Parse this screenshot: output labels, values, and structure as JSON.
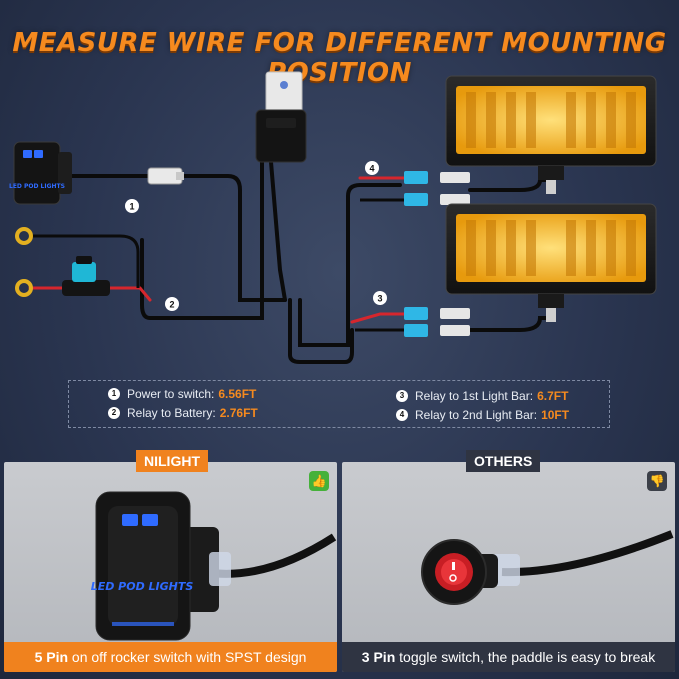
{
  "headline": "MEASURE WIRE FOR DIFFERENT MOUNTING POSITION",
  "markers": [
    "1",
    "2",
    "3",
    "4"
  ],
  "switch_label": "LED POD LIGHTS",
  "specs": [
    {
      "num": "1",
      "label": "Power to switch:",
      "value": "6.56FT"
    },
    {
      "num": "2",
      "label": "Relay to Battery:",
      "value": "2.76FT"
    },
    {
      "num": "3",
      "label": "Relay to 1st Light Bar:",
      "value": "6.7FT"
    },
    {
      "num": "4",
      "label": "Relay to 2nd Light Bar:",
      "value": "10FT"
    }
  ],
  "comparison": {
    "left": {
      "tag": "NILIGHT",
      "caption_bold": "5 Pin",
      "caption_rest": " on off rocker switch with SPST design",
      "icon": "thumbs-up-icon",
      "accent": "#f0821e"
    },
    "right": {
      "tag": "OTHERS",
      "caption_bold": "3 Pin",
      "caption_rest": " toggle switch, the paddle is easy to break",
      "icon": "thumbs-down-icon",
      "accent": "#2f3442"
    }
  },
  "colors": {
    "orange": "#f58a1f",
    "amber_led": "#f6b319",
    "switch_blue": "#2f6bff",
    "red_wire": "#d6262d",
    "fuse_blue": "#1fb7d6"
  }
}
